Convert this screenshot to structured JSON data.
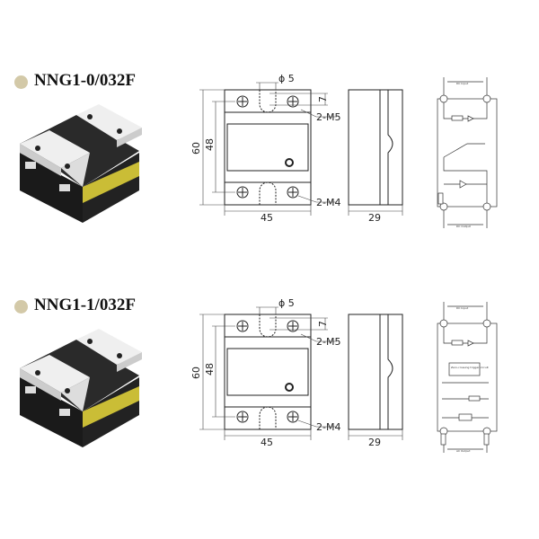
{
  "products": [
    {
      "model": "NNG1-0/032F",
      "dimensions": {
        "height": "60",
        "mount_spacing": "48",
        "width": "45",
        "depth": "29",
        "hole": "ϕ 5",
        "offset": "7",
        "top_screws": "2-M5",
        "bottom_screws": "2-M4"
      },
      "circuit": {
        "input_label": "DC Input",
        "output_label": "DC Output",
        "type": "dc"
      }
    },
    {
      "model": "NNG1-1/032F",
      "dimensions": {
        "height": "60",
        "mount_spacing": "48",
        "width": "45",
        "depth": "29",
        "hole": "ϕ 5",
        "offset": "7",
        "top_screws": "2-M5",
        "bottom_screws": "2-M4"
      },
      "circuit": {
        "input_label": "DC Input",
        "output_label": "AC Output",
        "trigger_label": "Zero-crossing trigger circuit",
        "type": "ac"
      }
    }
  ],
  "colors": {
    "bullet": "#d3c9a8",
    "relay_body": "#1a1a1a",
    "relay_cover": "#efefef",
    "warning_label": "#e8d83a"
  }
}
